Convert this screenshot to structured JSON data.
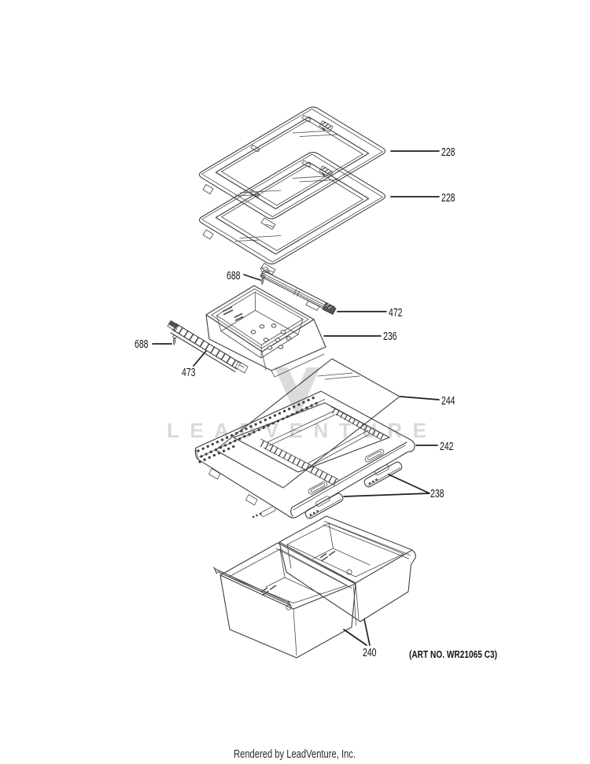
{
  "page": {
    "background": "#ffffff"
  },
  "diagram": {
    "description": "Refrigerator fresh-food shelves and crisper drawers exploded parts diagram",
    "line_color": "#3f3f3f",
    "label_color": "#141414",
    "art_number": "(ART NO. WR21065 C3)",
    "watermark": {
      "text": "LEADVENTURE",
      "logo": "leadventure-v-mark",
      "color": "#d9d9d9"
    },
    "callouts": {
      "shelf_upper": "228",
      "shelf_lower": "228",
      "screw_top": "688",
      "rail_right": "472",
      "drawer_pan": "236",
      "screw_left": "688",
      "rail_front": "473",
      "glass_cover": "244",
      "shelf_frame": "242",
      "trim_pieces": "238",
      "crisper_drawers": "240"
    },
    "parts": [
      {
        "ref": "228",
        "name": "glass-shelf-upper"
      },
      {
        "ref": "228",
        "name": "glass-shelf-lower"
      },
      {
        "ref": "688",
        "name": "screw-right-rail"
      },
      {
        "ref": "472",
        "name": "drawer-slide-rail-right"
      },
      {
        "ref": "236",
        "name": "snack-drawer-pan"
      },
      {
        "ref": "688",
        "name": "screw-front-rail"
      },
      {
        "ref": "473",
        "name": "drawer-slide-rail-front"
      },
      {
        "ref": "244",
        "name": "crisper-cover-glass"
      },
      {
        "ref": "242",
        "name": "crisper-shelf-frame"
      },
      {
        "ref": "238",
        "name": "drawer-trim-inserts"
      },
      {
        "ref": "240",
        "name": "crisper-drawer-pair"
      }
    ]
  },
  "footer": {
    "text": "Rendered by LeadVenture, Inc."
  }
}
